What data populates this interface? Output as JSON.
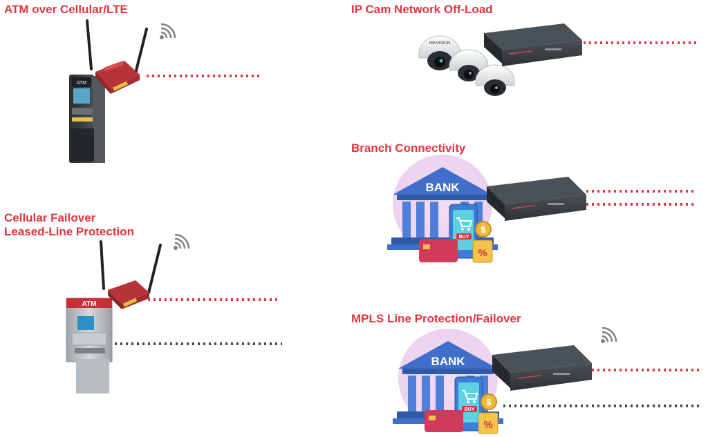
{
  "titles": {
    "atm_lte": "ATM over Cellular/LTE",
    "ipcam": "IP Cam Network Off-Load",
    "branch": "Branch Connectivity",
    "failover_line1": "Cellular Failover",
    "failover_line2": "Leased-Line Protection",
    "mpls": "MPLS Line Protection/Failover"
  },
  "labels": {
    "atm_sign": "ATM",
    "atm_screen_text": "ATM",
    "bank_sign_1": "BANK",
    "bank_sign_2": "BANK",
    "buy_tag_1": "BUY",
    "buy_tag_2": "BUY",
    "dollar_1": "$",
    "dollar_2": "$",
    "percent_1": "%",
    "percent_2": "%",
    "camera_brand": "HIKVISION"
  },
  "colors": {
    "accent_red": "#e0343f",
    "line_red": "#e0343f",
    "line_gray": "#3d4750",
    "router_red": "#b8323a",
    "device_dark": "#2f3438",
    "bank_blue": "#3f6fc8",
    "glow_pink": "#f1d9f2"
  },
  "icons": {
    "wifi": "wifi-signal-icon",
    "cart": "shopping-cart-icon"
  }
}
